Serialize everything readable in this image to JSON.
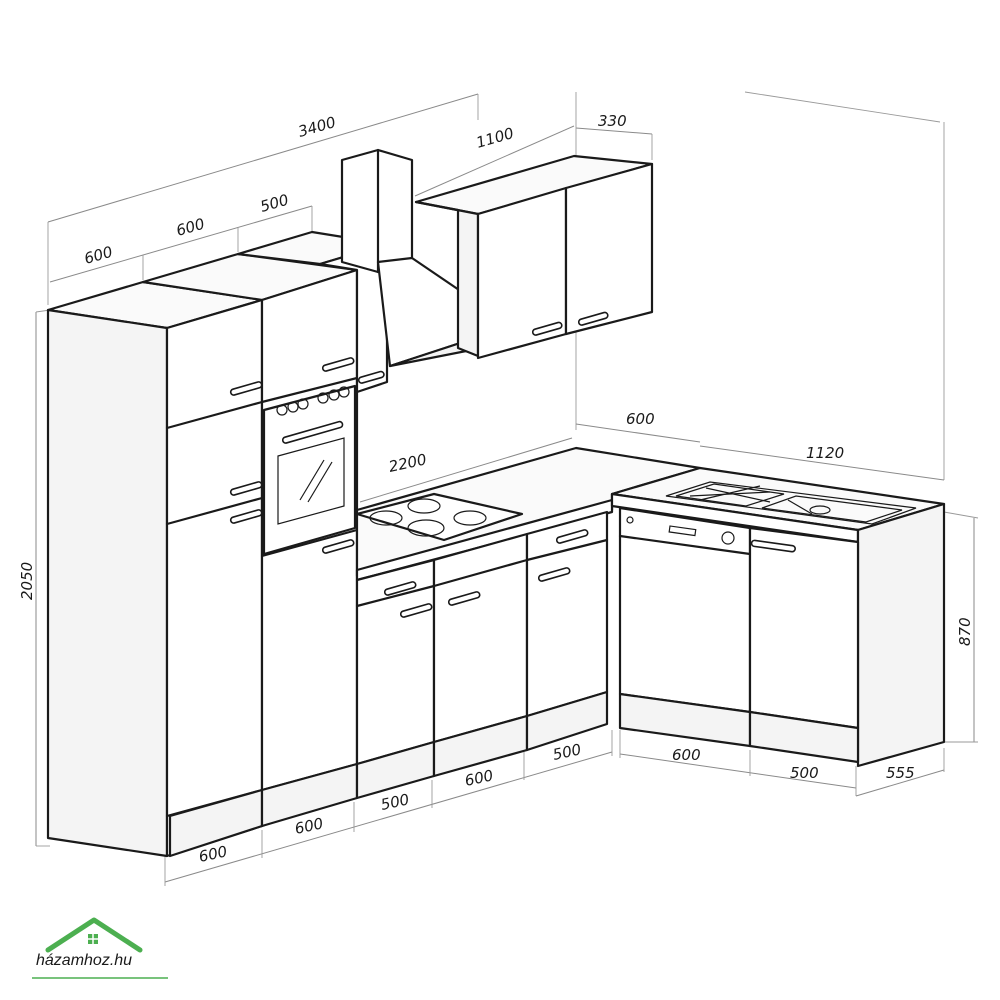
{
  "diagram": {
    "dimensions": {
      "total_length": "3400",
      "tall_width": "600",
      "oven_width": "600",
      "upper_right_width": "500",
      "hood_cabinet_width": "1100",
      "wall_cabinet_depth": "330",
      "counter_length": "2200",
      "return_depth": "600",
      "sink_run": "1120",
      "total_height": "2050",
      "counter_height": "870",
      "base_tall": "600",
      "base_oven": "600",
      "base_cooktop": "500",
      "base_mid": "600",
      "base_corner": "500",
      "base_dishwasher": "600",
      "base_sink": "500",
      "base_depth": "555"
    }
  },
  "branding": {
    "logo_text": "házamhoz.hu",
    "logo_color": "#4caf50"
  }
}
